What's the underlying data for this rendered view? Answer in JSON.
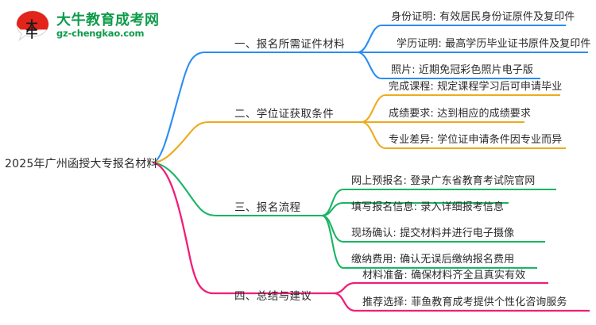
{
  "logo": {
    "mark_text": "大牛",
    "title": "大牛教育成考网",
    "subtitle": "gz-chengkao.com",
    "brand_green": "#0f9b4a",
    "brand_red": "#e2241b"
  },
  "mindmap": {
    "root": {
      "label": "2025年广州函授大专报名材料"
    },
    "branches": [
      {
        "label": "一、报名所需证件材料",
        "color": "#2a8df2",
        "children": [
          {
            "label": "身份证明: 有效居民身份证原件及复印件"
          },
          {
            "label": "学历证明: 最高学历毕业证书原件及复印件"
          },
          {
            "label": "照片: 近期免冠彩色照片电子版"
          }
        ]
      },
      {
        "label": "二、学位证获取条件",
        "color": "#edab1e",
        "children": [
          {
            "label": "完成课程: 规定课程学习后可申请毕业"
          },
          {
            "label": "成绩要求: 达到相应的成绩要求"
          },
          {
            "label": "专业差异: 学位证申请条件因专业而异"
          }
        ]
      },
      {
        "label": "三、报名流程",
        "color": "#18b563",
        "children": [
          {
            "label": "网上预报名: 登录广东省教育考试院官网"
          },
          {
            "label": "填写报名信息: 录入详细报考信息"
          },
          {
            "label": "现场确认: 提交材料并进行电子摄像"
          },
          {
            "label": "缴纳费用: 确认无误后缴纳报名费用"
          }
        ]
      },
      {
        "label": "四、总结与建议",
        "color": "#f01e78",
        "children": [
          {
            "label": "材料准备: 确保材料齐全且真实有效"
          },
          {
            "label": "推荐选择: 菲鱼教育成考提供个性化咨询服务"
          }
        ]
      }
    ]
  }
}
